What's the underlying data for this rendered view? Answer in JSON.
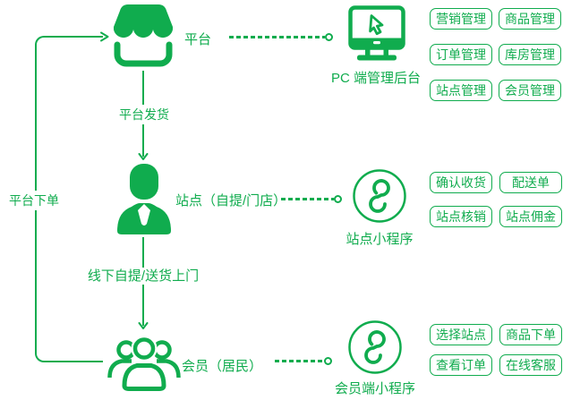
{
  "colors": {
    "green": "#10AC4E",
    "background": "#FFFFFF"
  },
  "nodes": {
    "platform": {
      "label": "平台"
    },
    "pc_admin": {
      "label": "PC 端管理后台"
    },
    "site": {
      "label": "站点（自提/门店）"
    },
    "site_mini_program": {
      "label": "站点小程序"
    },
    "member": {
      "label": "会员（居民）"
    },
    "member_mini_program": {
      "label": "会员端小程序"
    }
  },
  "edges": {
    "platform_order": {
      "label": "平台下单"
    },
    "platform_ship": {
      "label": "平台发货"
    },
    "offline_delivery": {
      "label": "线下自提/送货上门"
    }
  },
  "tags": {
    "pc": [
      "营销管理",
      "商品管理",
      "订单管理",
      "库房管理",
      "站点管理",
      "会员管理"
    ],
    "site": [
      "确认收货",
      "配送单",
      "站点核销",
      "站点佣金"
    ],
    "member": [
      "选择站点",
      "商品下单",
      "查看订单",
      "在线客服"
    ]
  }
}
